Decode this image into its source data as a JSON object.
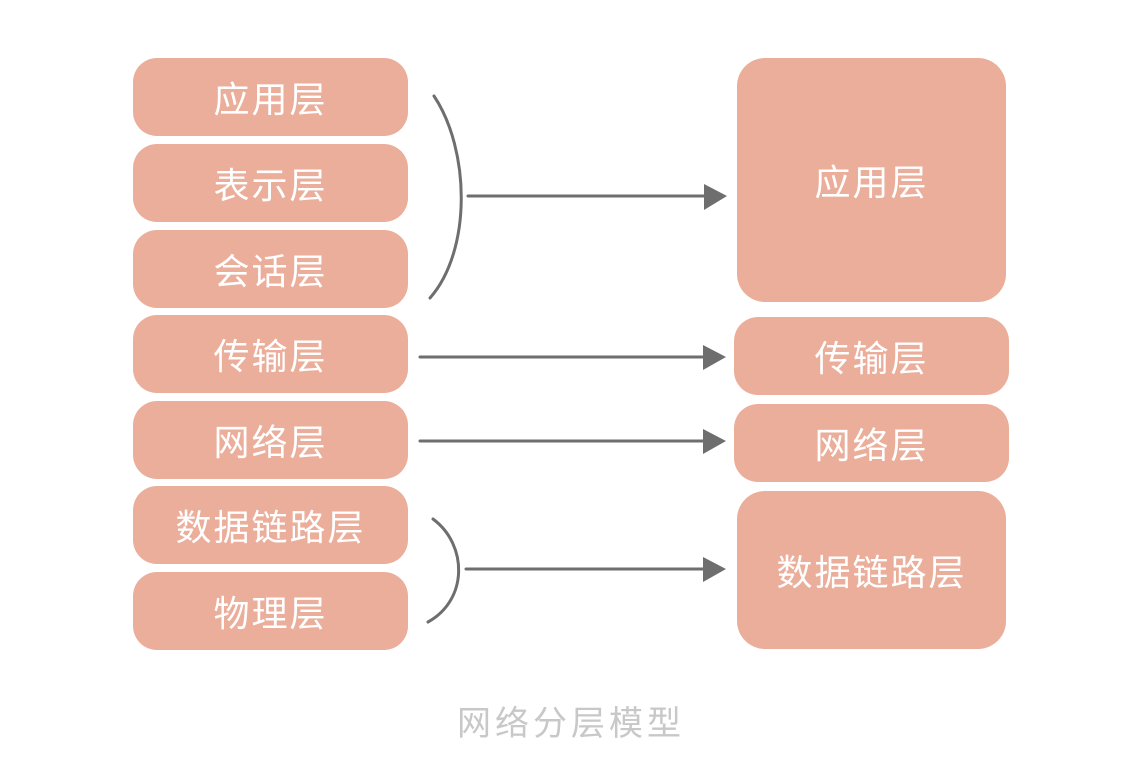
{
  "left_layers": [
    {
      "label": "应用层"
    },
    {
      "label": "表示层"
    },
    {
      "label": "会话层"
    },
    {
      "label": "传输层"
    },
    {
      "label": "网络层"
    },
    {
      "label": "数据链路层"
    },
    {
      "label": "物理层"
    }
  ],
  "right_layers": [
    {
      "label": "应用层"
    },
    {
      "label": "传输层"
    },
    {
      "label": "网络层"
    },
    {
      "label": "数据链路层"
    }
  ],
  "caption": "网络分层模型",
  "colors": {
    "box_fill": "#ebae9b",
    "box_text": "#ffffff",
    "connector": "#6e6e6e",
    "caption": "#c8c8c8"
  }
}
